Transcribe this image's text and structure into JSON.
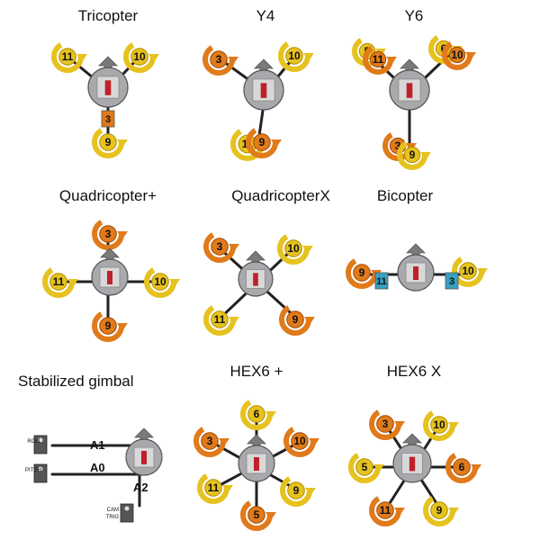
{
  "colors": {
    "yellow": "#e6c21e",
    "yellow_dark": "#b08d00",
    "orange": "#e07a1a",
    "orange_dark": "#9e4a06",
    "arm": "#222222",
    "hub": "#a9a9ad",
    "arrow": "#7a7a7a",
    "servo": "#3a9fbf"
  },
  "diagrams": [
    {
      "title": "Tricopter",
      "motors": [
        {
          "label": "11",
          "color": "yellow"
        },
        {
          "label": "10",
          "color": "yellow"
        },
        {
          "label": "9",
          "color": "yellow"
        }
      ],
      "servos": [
        {
          "label": "3",
          "color": "orange"
        }
      ]
    },
    {
      "title": "Y4",
      "motors": [
        {
          "label": "3",
          "color": "orange"
        },
        {
          "label": "10",
          "color": "yellow"
        },
        {
          "label": "11",
          "color": "yellow"
        },
        {
          "label": "9",
          "color": "orange"
        }
      ]
    },
    {
      "title": "Y6",
      "motors": [
        {
          "label": "5",
          "color": "yellow"
        },
        {
          "label": "11",
          "color": "orange"
        },
        {
          "label": "6",
          "color": "yellow"
        },
        {
          "label": "10",
          "color": "orange"
        },
        {
          "label": "3",
          "color": "orange"
        },
        {
          "label": "9",
          "color": "yellow"
        }
      ]
    },
    {
      "title": "Quadricopter+",
      "motors": [
        {
          "label": "3",
          "color": "orange"
        },
        {
          "label": "11",
          "color": "yellow"
        },
        {
          "label": "10",
          "color": "yellow"
        },
        {
          "label": "9",
          "color": "orange"
        }
      ]
    },
    {
      "title": "QuadricopterX",
      "motors": [
        {
          "label": "3",
          "color": "orange"
        },
        {
          "label": "10",
          "color": "yellow"
        },
        {
          "label": "11",
          "color": "yellow"
        },
        {
          "label": "9",
          "color": "orange"
        }
      ]
    },
    {
      "title": "Bicopter",
      "motors": [
        {
          "label": "9",
          "color": "orange"
        },
        {
          "label": "10",
          "color": "yellow"
        }
      ],
      "servos": [
        {
          "label": "11",
          "color": "servo"
        },
        {
          "label": "3",
          "color": "servo"
        }
      ]
    },
    {
      "title": "Stabilized gimbal",
      "gimbal": [
        {
          "label": "ROLL",
          "channel": "A1"
        },
        {
          "label": "PITCH",
          "channel": "A0"
        },
        {
          "label_line1": "CAM",
          "label_line2": "TRIG",
          "channel": "A2"
        }
      ]
    },
    {
      "title": "HEX6 +",
      "motors": [
        {
          "label": "6",
          "color": "yellow"
        },
        {
          "label": "10",
          "color": "orange"
        },
        {
          "label": "9",
          "color": "yellow"
        },
        {
          "label": "5",
          "color": "orange"
        },
        {
          "label": "11",
          "color": "yellow"
        },
        {
          "label": "3",
          "color": "orange"
        }
      ]
    },
    {
      "title": "HEX6 X",
      "motors": [
        {
          "label": "3",
          "color": "orange"
        },
        {
          "label": "10",
          "color": "yellow"
        },
        {
          "label": "6",
          "color": "orange"
        },
        {
          "label": "9",
          "color": "yellow"
        },
        {
          "label": "11",
          "color": "orange"
        },
        {
          "label": "5",
          "color": "yellow"
        }
      ]
    }
  ]
}
